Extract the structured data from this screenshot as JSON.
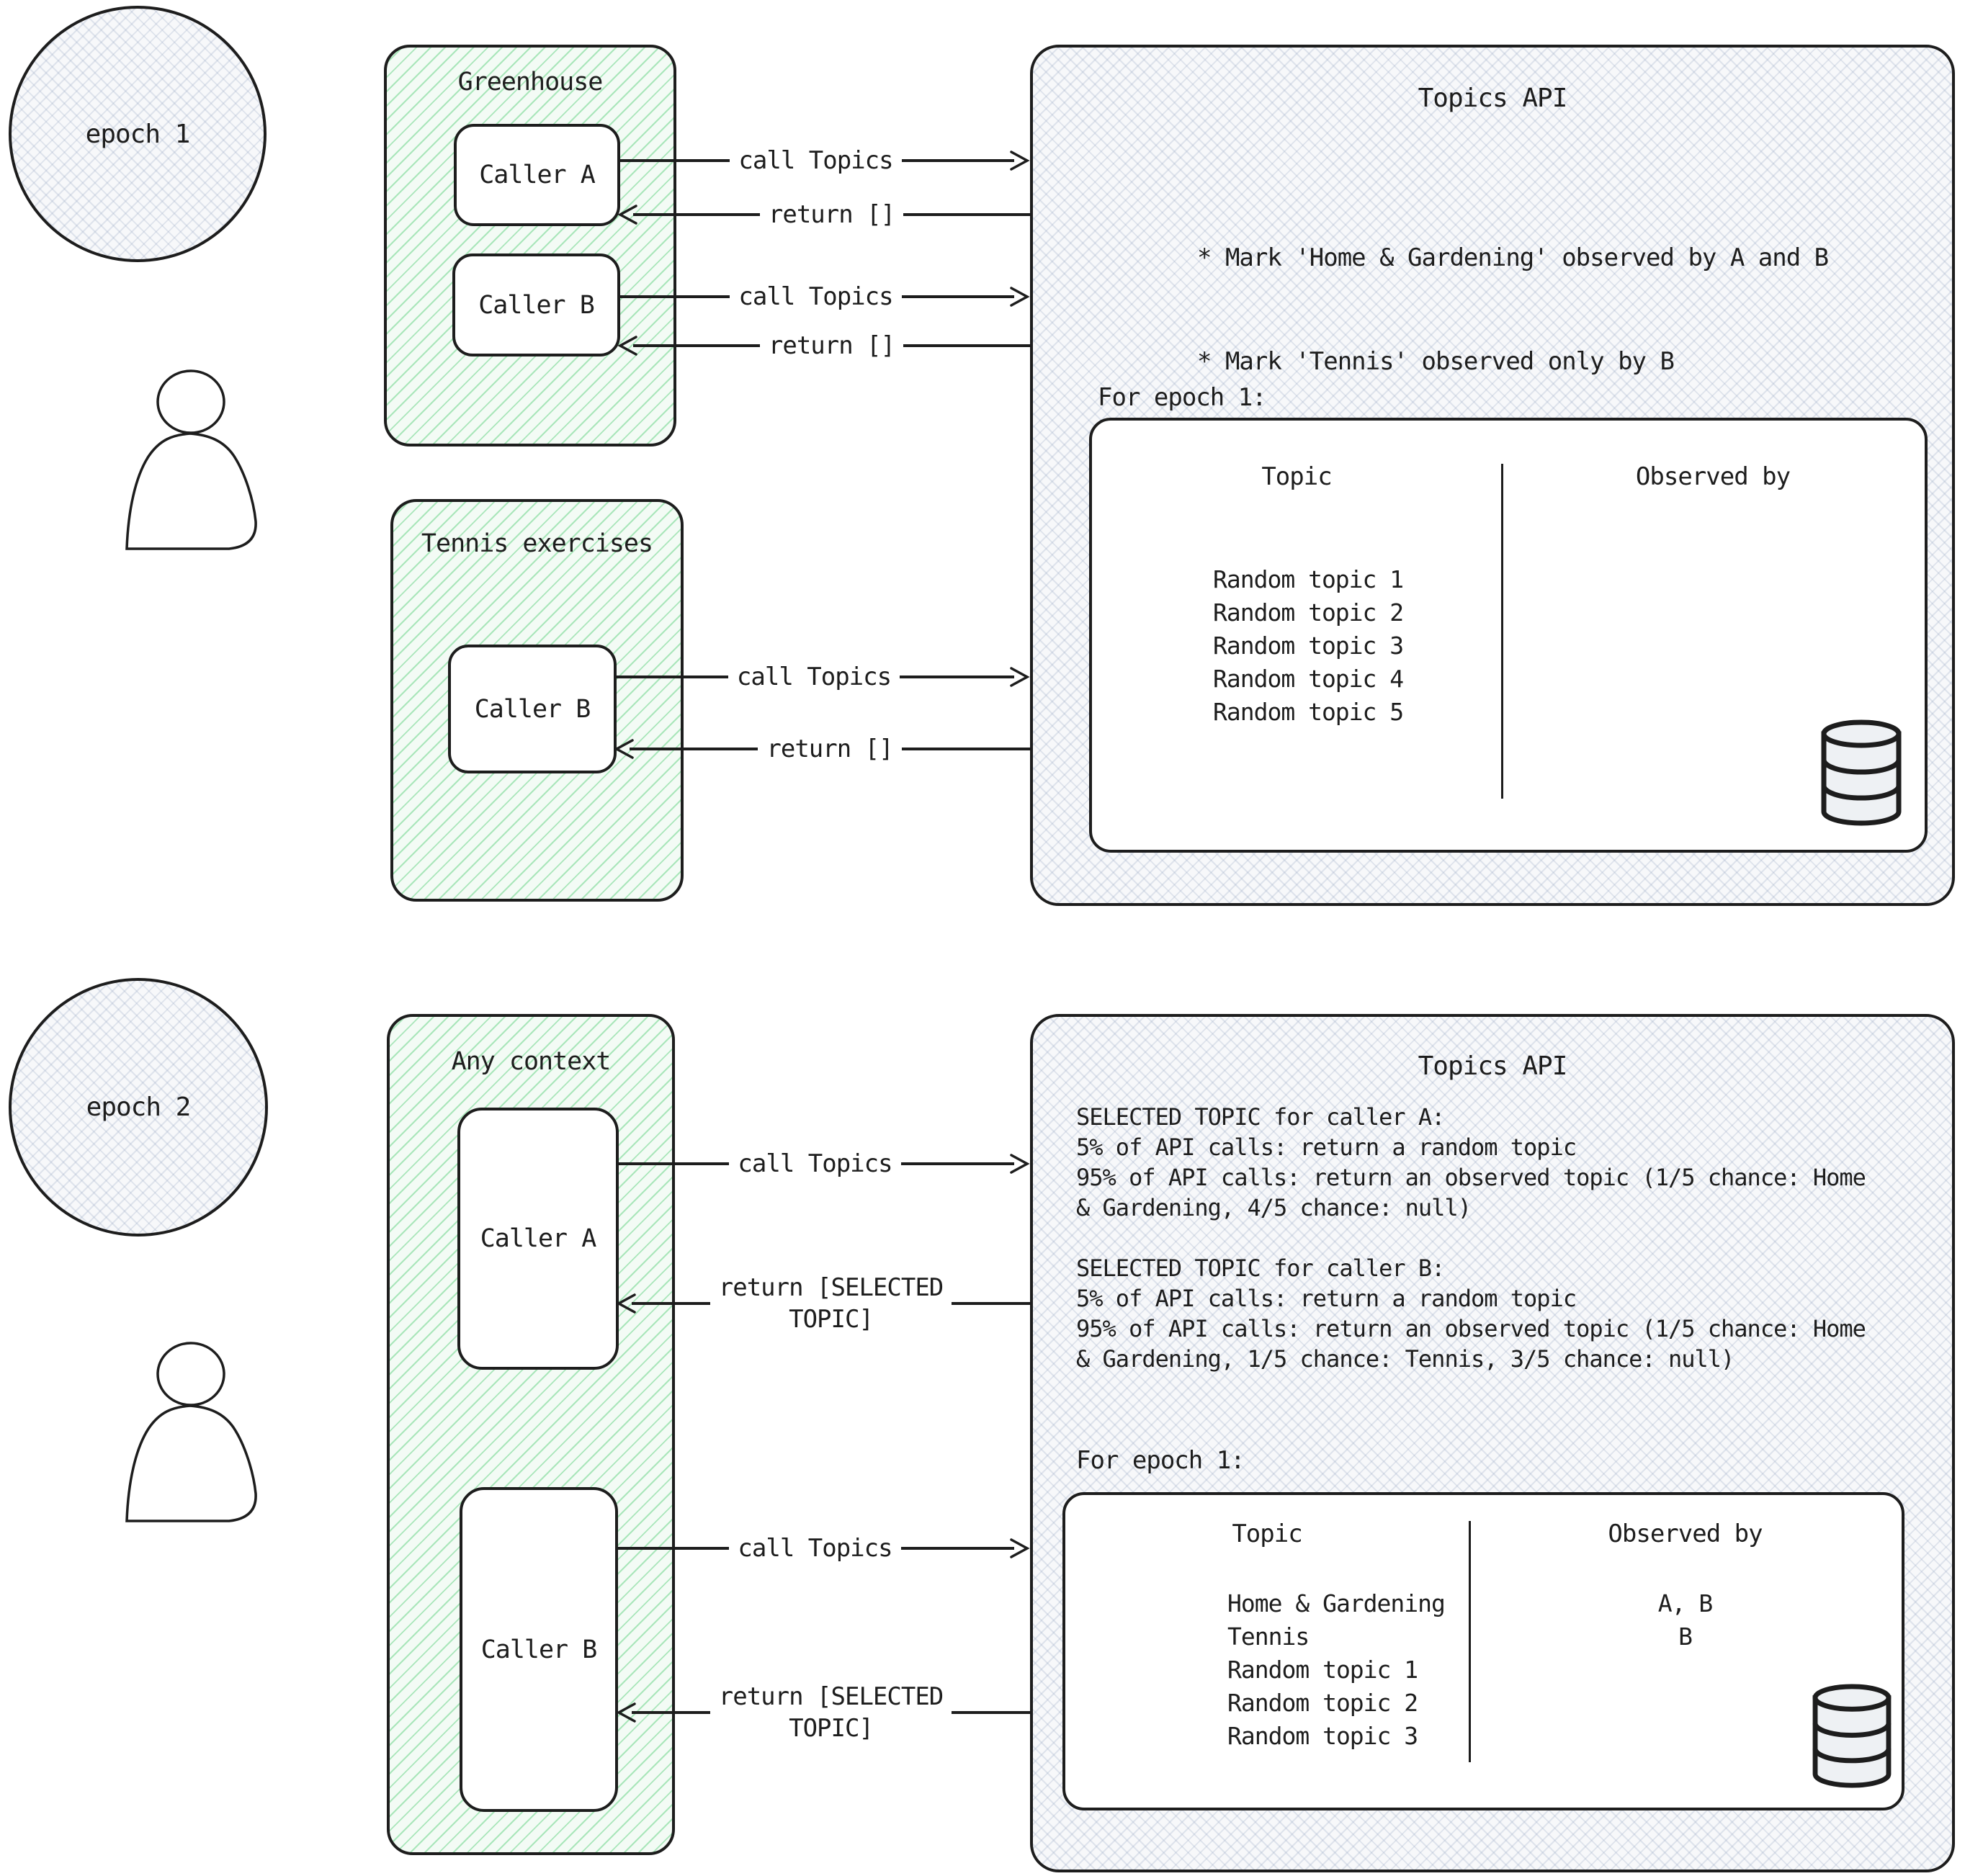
{
  "colors": {
    "ink": "#1d1d1d",
    "green_box_fill": "#f3fbf5",
    "green_hatch": "#60d180",
    "api_box_fill": "#f7f8fa",
    "api_hatch": "#9eacc6",
    "white": "#ffffff"
  },
  "epoch1": {
    "label": "epoch 1",
    "greenhouse": {
      "title": "Greenhouse",
      "callers": [
        "Caller A",
        "Caller B"
      ]
    },
    "tennis": {
      "title": "Tennis exercises",
      "caller": "Caller B"
    },
    "arrows": {
      "caller_a_call": "call Topics",
      "caller_a_return": "return []",
      "caller_b_call": "call Topics",
      "caller_b_return": "return []",
      "tennis_call": "call Topics",
      "tennis_return": "return []"
    },
    "api": {
      "title": "Topics API",
      "bullet_1": "* Mark 'Home & Gardening' observed by A and B",
      "bullet_2": "* Mark 'Tennis' observed only by B",
      "epoch_note": "For epoch 1:",
      "table": {
        "topic_header": "Topic",
        "observed_header": "Observed by",
        "rows": [
          {
            "topic": "Random topic 1",
            "observed": ""
          },
          {
            "topic": "Random topic 2",
            "observed": ""
          },
          {
            "topic": "Random topic 3",
            "observed": ""
          },
          {
            "topic": "Random topic 4",
            "observed": ""
          },
          {
            "topic": "Random topic 5",
            "observed": ""
          }
        ]
      }
    }
  },
  "epoch2": {
    "label": "epoch 2",
    "any_context": {
      "title": "Any context",
      "callers": [
        "Caller A",
        "Caller B"
      ]
    },
    "arrows": {
      "caller_a_call": "call Topics",
      "caller_a_return": "return [SELECTED\nTOPIC]",
      "caller_b_call": "call Topics",
      "caller_b_return": "return [SELECTED\nTOPIC]"
    },
    "api": {
      "title": "Topics API",
      "selection_rules": "SELECTED TOPIC for caller A:\n5% of API calls: return a random topic\n95% of API calls: return an observed topic (1/5 chance: Home\n& Gardening, 4/5 chance: null)\n\nSELECTED TOPIC for caller B:\n5% of API calls: return a random topic\n95% of API calls: return an observed topic (1/5 chance: Home\n& Gardening, 1/5 chance: Tennis,  3/5 chance: null)",
      "epoch_note": "For epoch 1:",
      "table": {
        "topic_header": "Topic",
        "observed_header": "Observed by",
        "rows": [
          {
            "topic": "Home & Gardening",
            "observed": "A, B"
          },
          {
            "topic": "Tennis",
            "observed": "B"
          },
          {
            "topic": "Random topic 1",
            "observed": ""
          },
          {
            "topic": "Random topic 2",
            "observed": ""
          },
          {
            "topic": "Random topic 3",
            "observed": ""
          }
        ]
      }
    }
  }
}
